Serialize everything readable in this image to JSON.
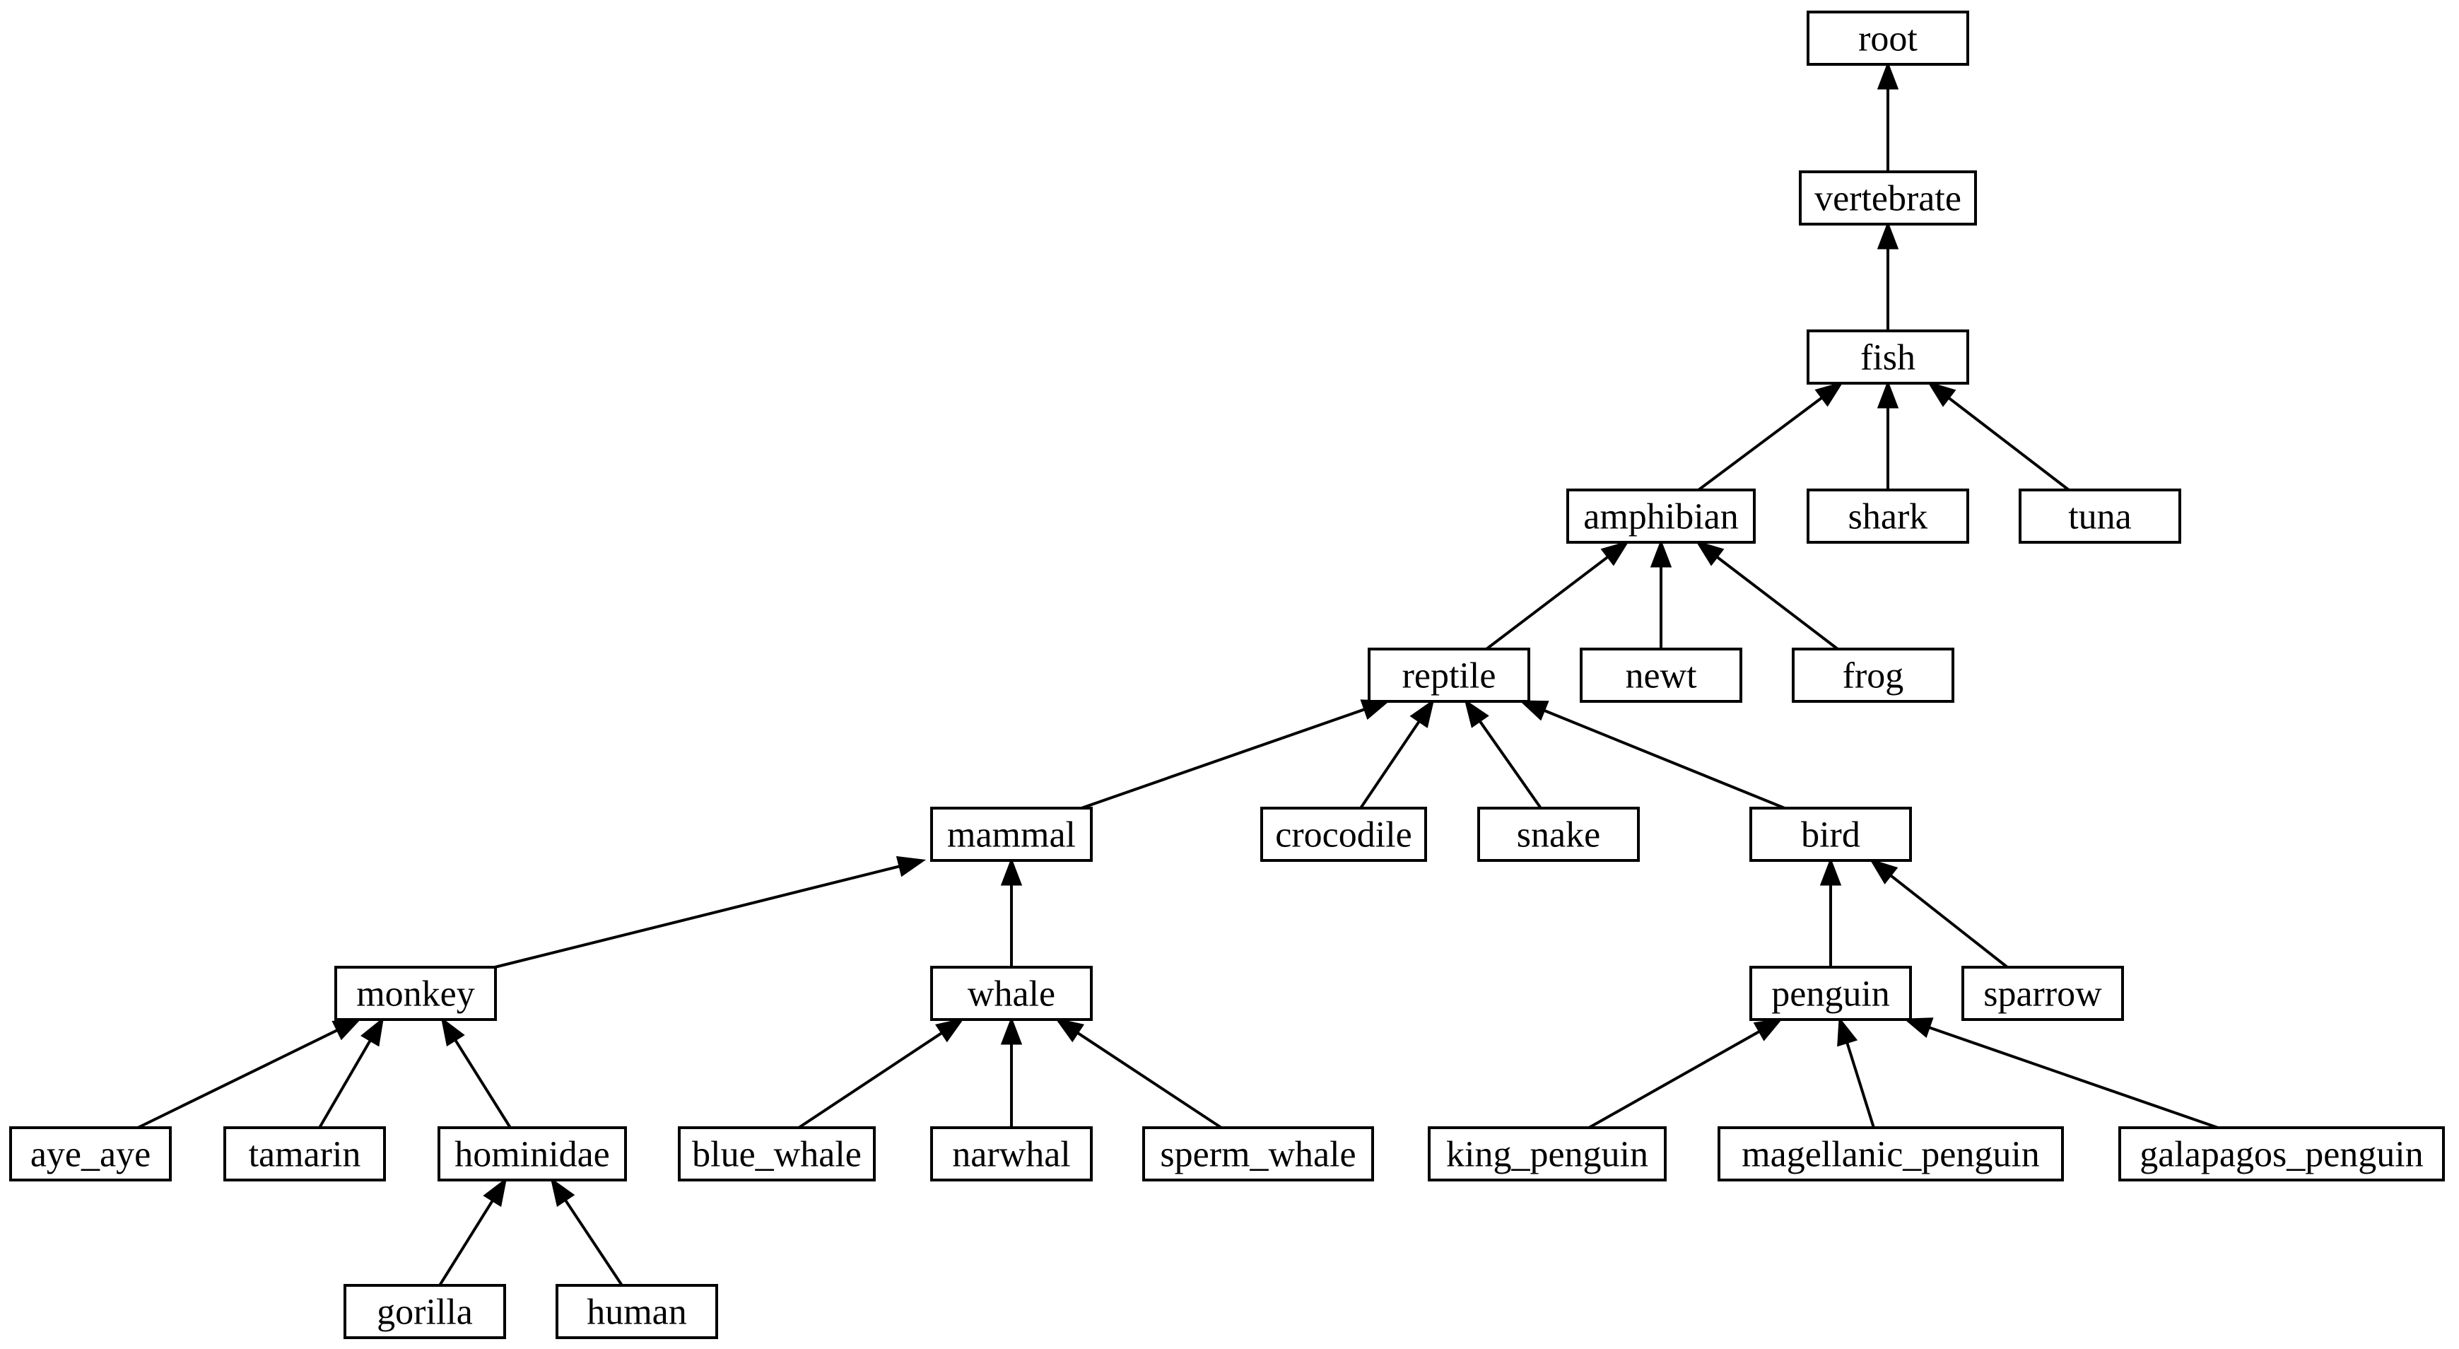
{
  "nodes": [
    {
      "id": "root",
      "label": "root"
    },
    {
      "id": "vertebrate",
      "label": "vertebrate"
    },
    {
      "id": "fish",
      "label": "fish"
    },
    {
      "id": "amphibian",
      "label": "amphibian"
    },
    {
      "id": "shark",
      "label": "shark"
    },
    {
      "id": "tuna",
      "label": "tuna"
    },
    {
      "id": "reptile",
      "label": "reptile"
    },
    {
      "id": "newt",
      "label": "newt"
    },
    {
      "id": "frog",
      "label": "frog"
    },
    {
      "id": "mammal",
      "label": "mammal"
    },
    {
      "id": "crocodile",
      "label": "crocodile"
    },
    {
      "id": "snake",
      "label": "snake"
    },
    {
      "id": "bird",
      "label": "bird"
    },
    {
      "id": "monkey",
      "label": "monkey"
    },
    {
      "id": "whale",
      "label": "whale"
    },
    {
      "id": "penguin",
      "label": "penguin"
    },
    {
      "id": "sparrow",
      "label": "sparrow"
    },
    {
      "id": "aye_aye",
      "label": "aye_aye"
    },
    {
      "id": "tamarin",
      "label": "tamarin"
    },
    {
      "id": "hominidae",
      "label": "hominidae"
    },
    {
      "id": "blue_whale",
      "label": "blue_whale"
    },
    {
      "id": "narwhal",
      "label": "narwhal"
    },
    {
      "id": "sperm_whale",
      "label": "sperm_whale"
    },
    {
      "id": "king_penguin",
      "label": "king_penguin"
    },
    {
      "id": "magellanic_penguin",
      "label": "magellanic_penguin"
    },
    {
      "id": "galapagos_penguin",
      "label": "galapagos_penguin"
    },
    {
      "id": "gorilla",
      "label": "gorilla"
    },
    {
      "id": "human",
      "label": "human"
    }
  ],
  "edges": [
    {
      "from": "vertebrate",
      "to": "root"
    },
    {
      "from": "fish",
      "to": "vertebrate"
    },
    {
      "from": "amphibian",
      "to": "fish"
    },
    {
      "from": "shark",
      "to": "fish"
    },
    {
      "from": "tuna",
      "to": "fish"
    },
    {
      "from": "reptile",
      "to": "amphibian"
    },
    {
      "from": "newt",
      "to": "amphibian"
    },
    {
      "from": "frog",
      "to": "amphibian"
    },
    {
      "from": "mammal",
      "to": "reptile"
    },
    {
      "from": "crocodile",
      "to": "reptile"
    },
    {
      "from": "snake",
      "to": "reptile"
    },
    {
      "from": "bird",
      "to": "reptile"
    },
    {
      "from": "monkey",
      "to": "mammal"
    },
    {
      "from": "whale",
      "to": "mammal"
    },
    {
      "from": "penguin",
      "to": "bird"
    },
    {
      "from": "sparrow",
      "to": "bird"
    },
    {
      "from": "aye_aye",
      "to": "monkey"
    },
    {
      "from": "tamarin",
      "to": "monkey"
    },
    {
      "from": "hominidae",
      "to": "monkey"
    },
    {
      "from": "blue_whale",
      "to": "whale"
    },
    {
      "from": "narwhal",
      "to": "whale"
    },
    {
      "from": "sperm_whale",
      "to": "whale"
    },
    {
      "from": "king_penguin",
      "to": "penguin"
    },
    {
      "from": "magellanic_penguin",
      "to": "penguin"
    },
    {
      "from": "galapagos_penguin",
      "to": "penguin"
    },
    {
      "from": "gorilla",
      "to": "hominidae"
    },
    {
      "from": "human",
      "to": "hominidae"
    }
  ]
}
